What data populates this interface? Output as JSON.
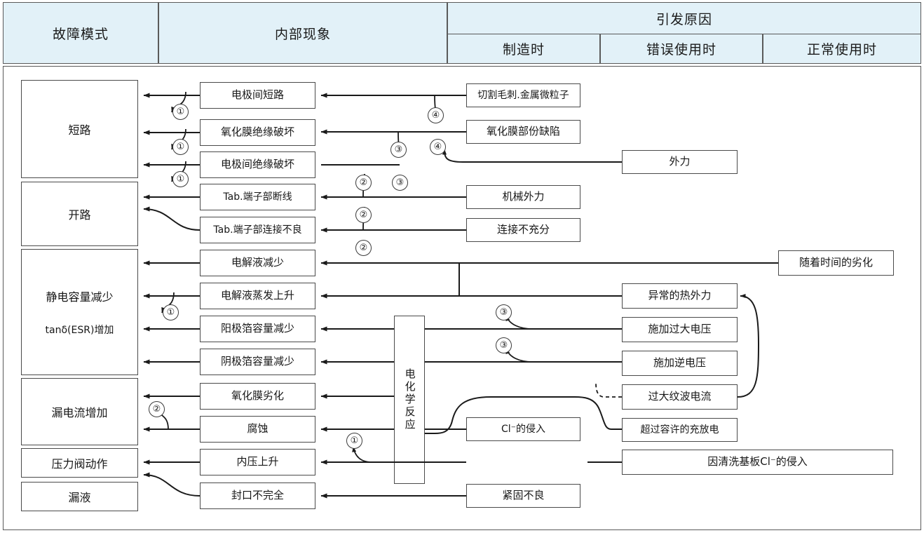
{
  "header": {
    "col_failure_mode": "故障模式",
    "col_internal": "内部现象",
    "col_cause_group": "引发原因",
    "sub_manufacturing": "制造时",
    "sub_misuse": "错误使用时",
    "sub_normal": "正常使用时"
  },
  "failure_modes": [
    {
      "label": "短路"
    },
    {
      "label": "开路"
    },
    {
      "label": "静电容量减少",
      "label2": "tanδ(ESR)增加"
    },
    {
      "label": "漏电流增加"
    },
    {
      "label": "压力阀动作"
    },
    {
      "label": "漏液"
    }
  ],
  "internal_phenomena": [
    "电极间短路",
    "氧化膜绝缘破坏",
    "电极间绝缘破坏",
    "Tab.端子部断线",
    "Tab.端子部连接不良",
    "电解液减少",
    "电解液蒸发上升",
    "阳极箔容量减少",
    "阴极箔容量减少",
    "氧化膜劣化",
    "腐蚀",
    "内压上升",
    "封口不完全"
  ],
  "electrochemical_box": "电化学反应",
  "causes_manufacturing": [
    "切割毛刺.金属微粒子",
    "氧化膜部份缺陷",
    "机械外力",
    "连接不充分",
    "Cl⁻的侵入",
    "紧固不良"
  ],
  "causes_misuse": [
    "外力",
    "异常的热外力",
    "施加过大电压",
    "施加逆电压",
    "过大纹波电流",
    "超过容许的充放电",
    "因清洗基板Cl⁻的侵入"
  ],
  "causes_normal": [
    "随着时间的劣化"
  ],
  "markers": [
    "①",
    "①",
    "①",
    "④",
    "③",
    "②",
    "③",
    "④",
    "②",
    "②",
    "①",
    "③",
    "③",
    "②",
    "①"
  ],
  "colors": {
    "header_fill": "#e2f1f8",
    "border": "#5a5a5a",
    "box_border": "#4a4a4a",
    "line": "#1a1a1a"
  }
}
